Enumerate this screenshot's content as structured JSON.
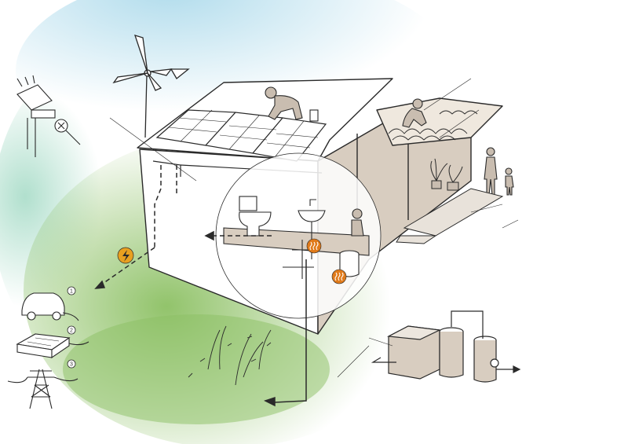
{
  "legend": {
    "items": [
      {
        "number": "1",
        "icon": "electric-car-icon"
      },
      {
        "number": "2",
        "icon": "battery-storage-icon"
      },
      {
        "number": "3",
        "icon": "power-grid-pylon-icon"
      }
    ]
  },
  "icons": {
    "electricity": "lightning-bolt-icon",
    "heat": "heat-wave-icon"
  },
  "colors": {
    "energy_badge": "#e8a020",
    "heat_badge": "#e07a1a",
    "grass_green": "#8cc063",
    "sky_blue": "#a8d8ea",
    "wall_tan": "#d8cdc0",
    "ink": "#2a2a2a"
  }
}
